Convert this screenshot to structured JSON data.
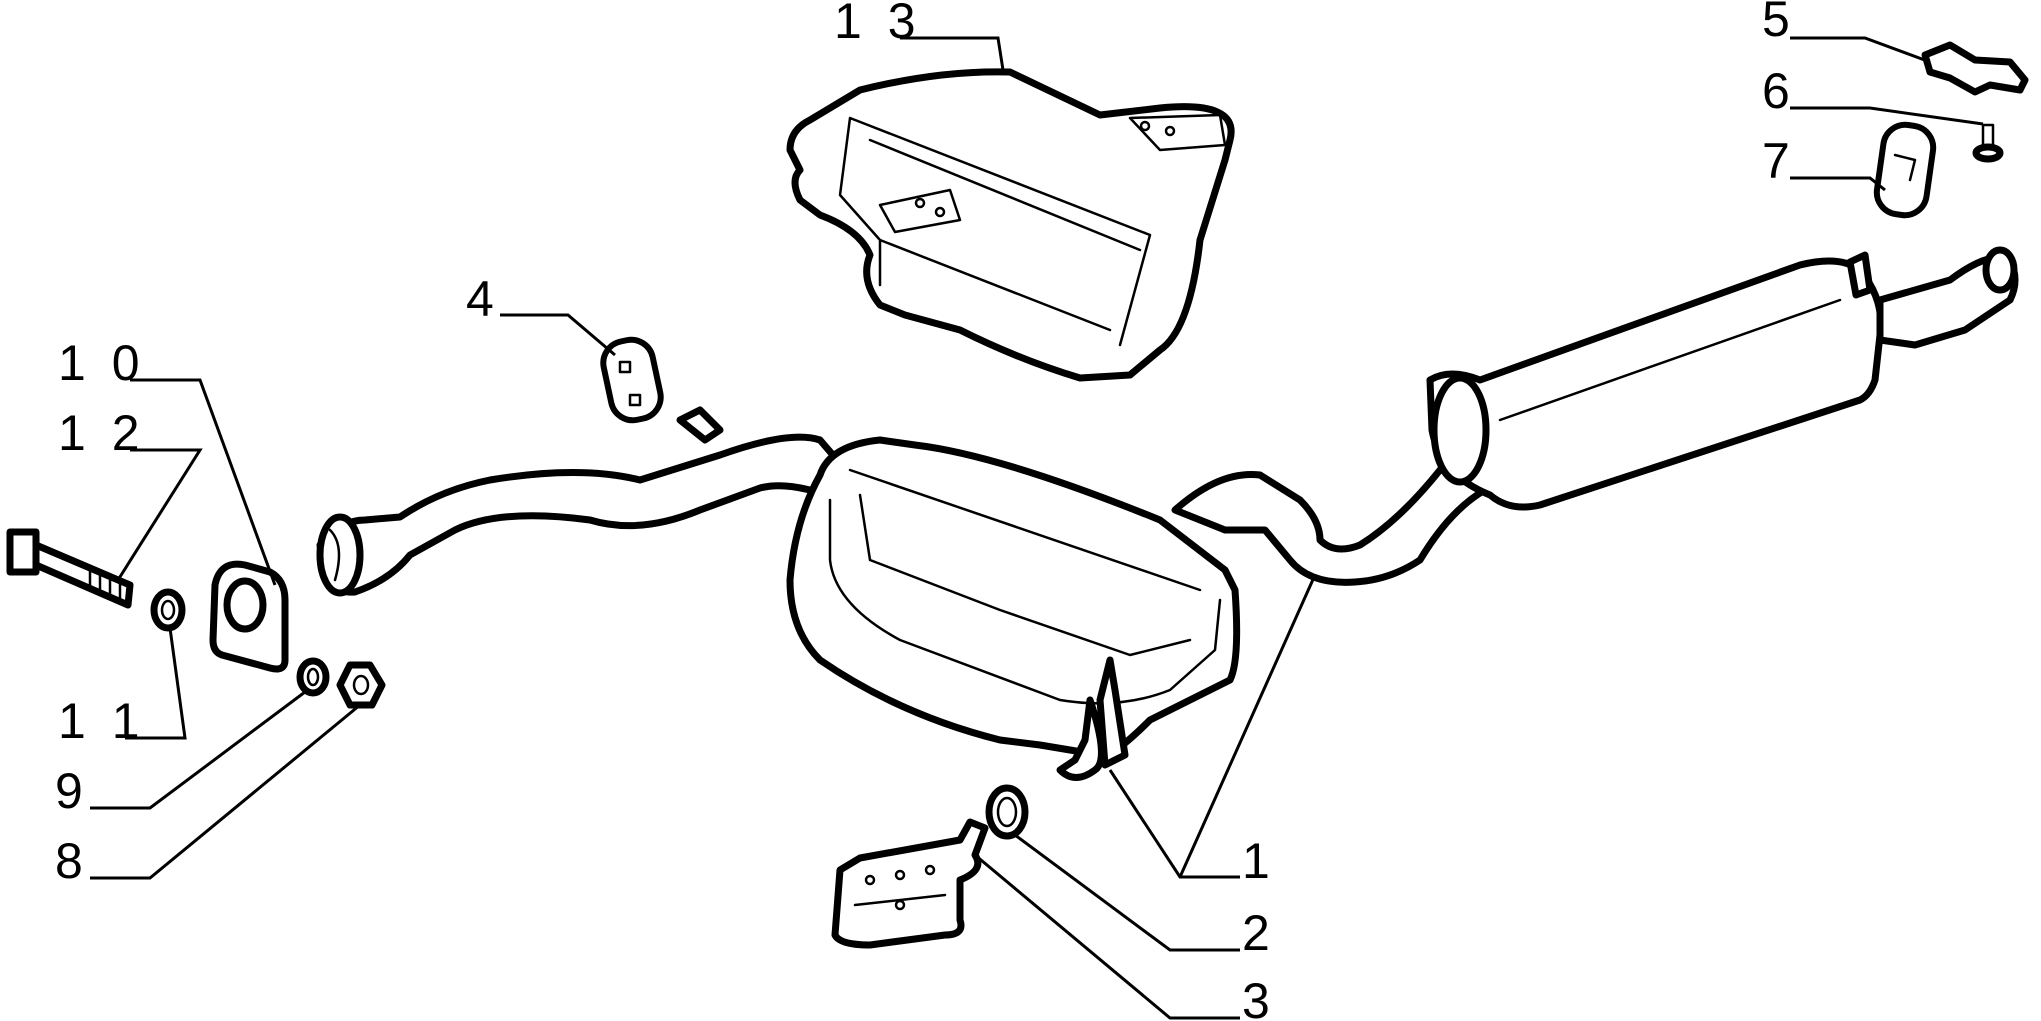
{
  "callouts": [
    {
      "id": "1",
      "label": "1"
    },
    {
      "id": "2",
      "label": "2"
    },
    {
      "id": "3",
      "label": "3"
    },
    {
      "id": "4",
      "label": "4"
    },
    {
      "id": "5",
      "label": "5"
    },
    {
      "id": "6",
      "label": "6"
    },
    {
      "id": "7",
      "label": "7"
    },
    {
      "id": "8",
      "label": "8"
    },
    {
      "id": "9",
      "label": "9"
    },
    {
      "id": "10",
      "label": "1 0"
    },
    {
      "id": "11",
      "label": "1 1"
    },
    {
      "id": "12",
      "label": "1 2"
    },
    {
      "id": "13",
      "label": "1 3"
    }
  ],
  "colors": {
    "line": "#000000",
    "background": "#ffffff"
  }
}
